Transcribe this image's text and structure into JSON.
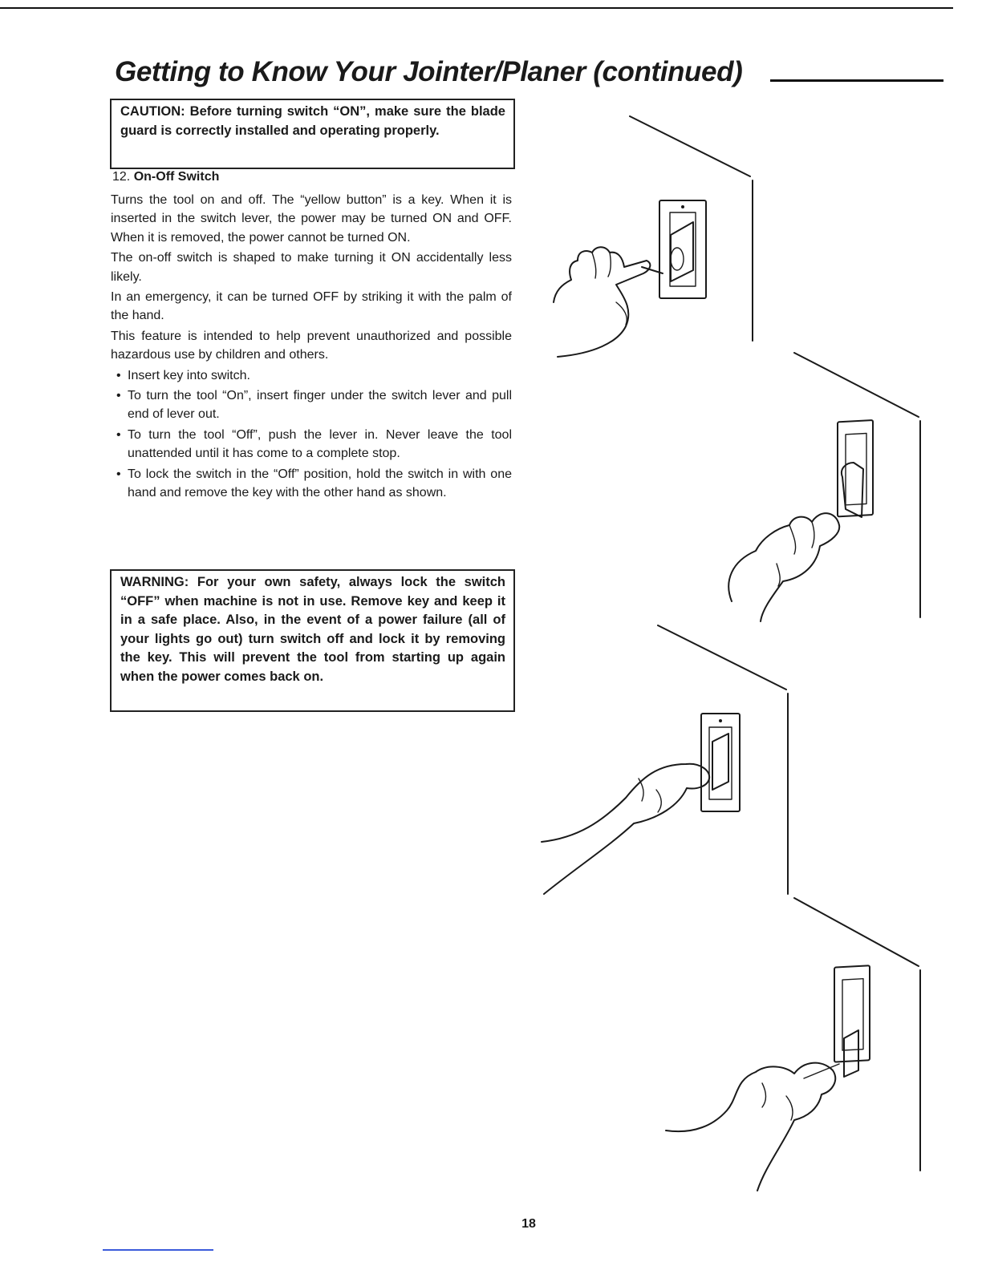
{
  "header": {
    "title": "Getting to Know Your Jointer/Planer (continued)"
  },
  "caution": {
    "text": "CAUTION: Before turning switch “ON”, make sure the blade guard is correctly installed and operating properly."
  },
  "section": {
    "number": "12.",
    "name": "On-Off Switch"
  },
  "paragraphs": [
    "Turns the tool on and off. The “yellow button” is a key. When it is inserted in the switch lever, the power may be turned ON and OFF. When it is removed, the power cannot be turned ON.",
    "The on-off switch is shaped to make turning it ON accidentally less likely.",
    "In an emergency, it can be turned OFF by striking it with the palm of the hand.",
    "This feature is intended to help prevent unauthorized and possible hazardous use by children and others."
  ],
  "bullets": [
    "Insert key into switch.",
    "To turn the tool “On”, insert finger under the switch lever and pull end of lever out.",
    "To turn the tool “Off”, push the lever in. Never leave the tool unattended until it has come to a complete stop.",
    "To lock the switch in the “Off” position, hold the switch in with one hand and remove the key with the other hand as shown."
  ],
  "warning": {
    "text": "WARNING: For your own safety, always lock the switch “OFF” when machine is not in use. Remove key and keep it in a safe place. Also, in the event of a power failure (all of your lights go out) turn switch off and lock it by removing the key. This will prevent the tool from starting up again when the power comes back on."
  },
  "footer": {
    "page_number": "18"
  }
}
